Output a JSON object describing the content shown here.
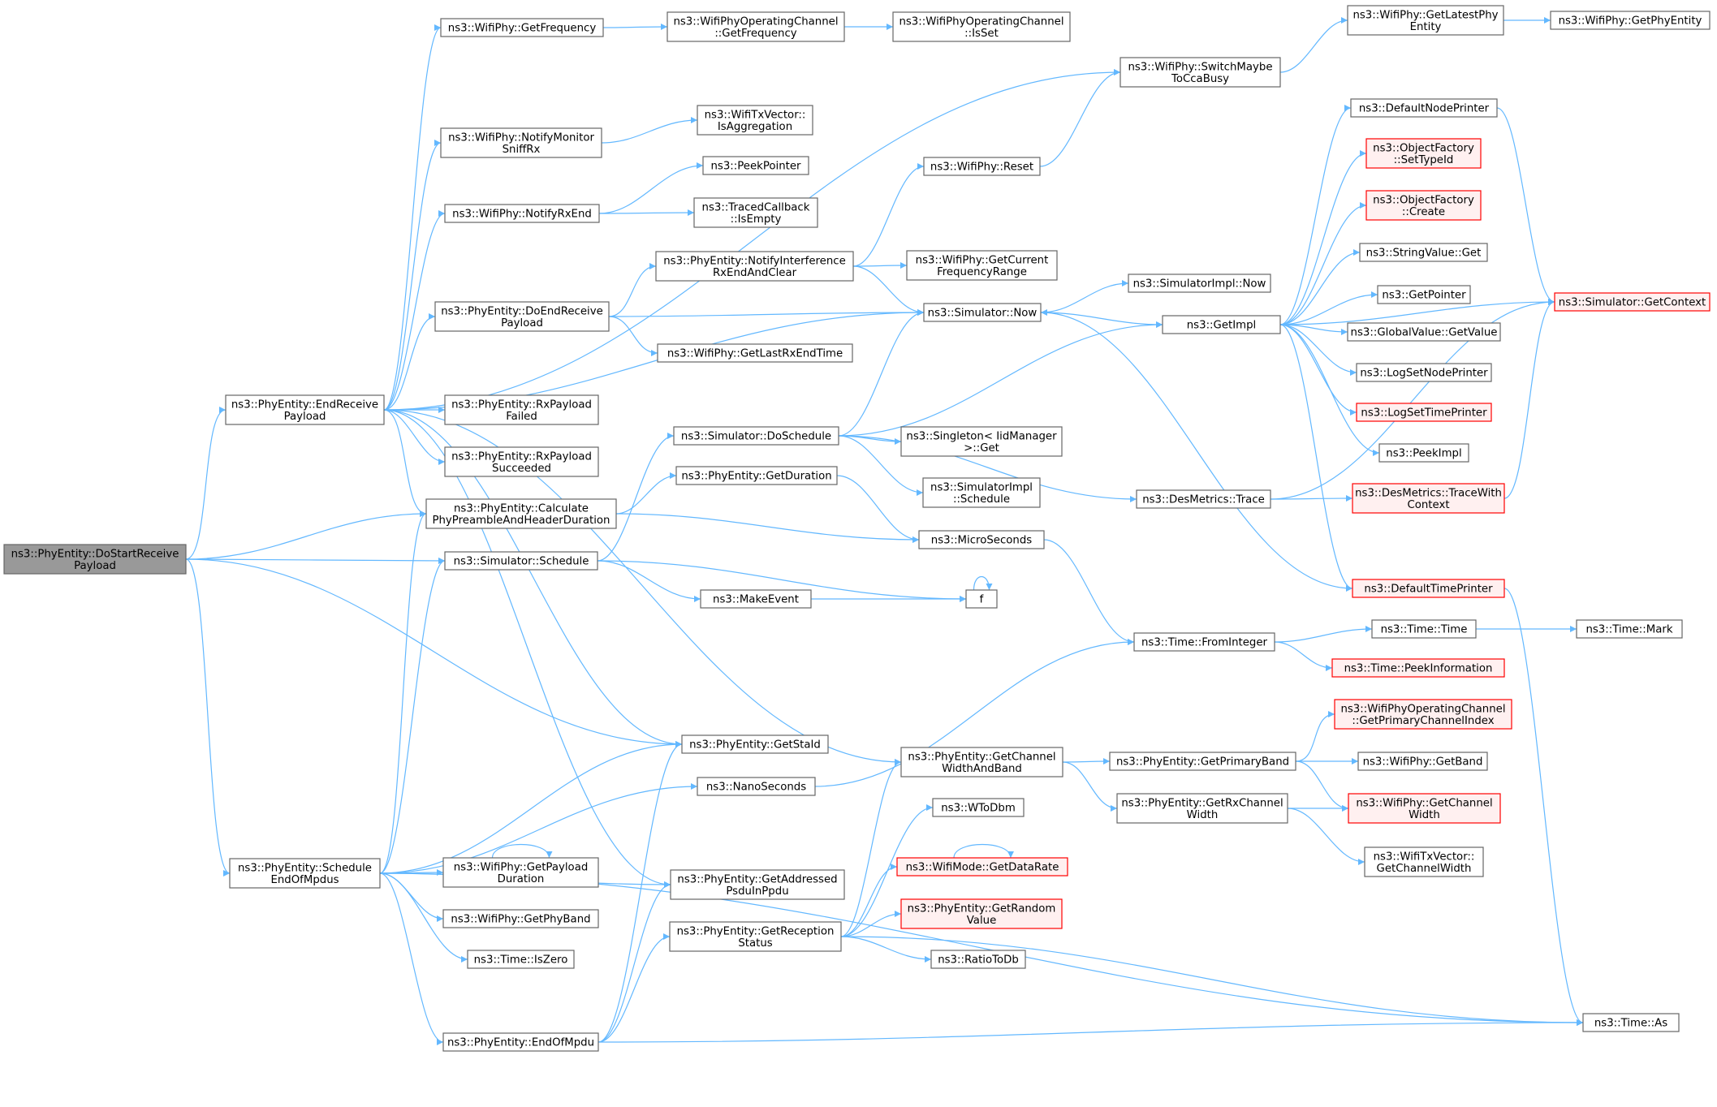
{
  "colors": {
    "edge": "#63b8ff",
    "node_border": "#666666",
    "node_fill": "#ffffff",
    "root_fill": "#999999",
    "truncated_border": "#ff0000",
    "truncated_fill": "#fff0f0"
  },
  "nodes": [
    {
      "id": "root",
      "lines": [
        "ns3::PhyEntity::DoStartReceive",
        "Payload"
      ],
      "kind": "root"
    },
    {
      "id": "endReceivePayload",
      "lines": [
        "ns3::PhyEntity::EndReceive",
        "Payload"
      ],
      "kind": "normal"
    },
    {
      "id": "scheduleEndOfMpdus",
      "lines": [
        "ns3::PhyEntity::Schedule",
        "EndOfMpdus"
      ],
      "kind": "normal"
    },
    {
      "id": "calcPreamble",
      "lines": [
        "ns3::PhyEntity::Calculate",
        "PhyPreambleAndHeaderDuration"
      ],
      "kind": "normal"
    },
    {
      "id": "simSchedule",
      "lines": [
        "ns3::Simulator::Schedule"
      ],
      "kind": "normal"
    },
    {
      "id": "getStaId",
      "lines": [
        "ns3::PhyEntity::GetStaId"
      ],
      "kind": "normal"
    },
    {
      "id": "getFrequency",
      "lines": [
        "ns3::WifiPhy::GetFrequency"
      ],
      "kind": "normal"
    },
    {
      "id": "opChGetFrequency",
      "lines": [
        "ns3::WifiPhyOperatingChannel",
        "::GetFrequency"
      ],
      "kind": "normal"
    },
    {
      "id": "opChIsSet",
      "lines": [
        "ns3::WifiPhyOperatingChannel",
        "::IsSet"
      ],
      "kind": "normal"
    },
    {
      "id": "switchMaybe",
      "lines": [
        "ns3::WifiPhy::SwitchMaybe",
        "ToCcaBusy"
      ],
      "kind": "normal"
    },
    {
      "id": "getLatestPhy",
      "lines": [
        "ns3::WifiPhy::GetLatestPhy",
        "Entity"
      ],
      "kind": "normal"
    },
    {
      "id": "getPhyEntity",
      "lines": [
        "ns3::WifiPhy::GetPhyEntity"
      ],
      "kind": "normal"
    },
    {
      "id": "notifyMonitor",
      "lines": [
        "ns3::WifiPhy::NotifyMonitor",
        "SniffRx"
      ],
      "kind": "normal"
    },
    {
      "id": "isAggregation",
      "lines": [
        "ns3::WifiTxVector::",
        "IsAggregation"
      ],
      "kind": "normal"
    },
    {
      "id": "peekPointer",
      "lines": [
        "ns3::PeekPointer"
      ],
      "kind": "normal"
    },
    {
      "id": "notifyRxEnd",
      "lines": [
        "ns3::WifiPhy::NotifyRxEnd"
      ],
      "kind": "normal"
    },
    {
      "id": "tracedIsEmpty",
      "lines": [
        "ns3::TracedCallback",
        "::IsEmpty"
      ],
      "kind": "normal"
    },
    {
      "id": "wifiReset",
      "lines": [
        "ns3::WifiPhy::Reset"
      ],
      "kind": "normal"
    },
    {
      "id": "notifyInterf",
      "lines": [
        "ns3::PhyEntity::NotifyInterference",
        "RxEndAndClear"
      ],
      "kind": "normal"
    },
    {
      "id": "getCurFreqRange",
      "lines": [
        "ns3::WifiPhy::GetCurrent",
        "FrequencyRange"
      ],
      "kind": "normal"
    },
    {
      "id": "doEndReceive",
      "lines": [
        "ns3::PhyEntity::DoEndReceive",
        "Payload"
      ],
      "kind": "normal"
    },
    {
      "id": "simNow",
      "lines": [
        "ns3::Simulator::Now"
      ],
      "kind": "normal"
    },
    {
      "id": "simImplNow",
      "lines": [
        "ns3::SimulatorImpl::Now"
      ],
      "kind": "normal"
    },
    {
      "id": "getLastRxEnd",
      "lines": [
        "ns3::WifiPhy::GetLastRxEndTime"
      ],
      "kind": "normal"
    },
    {
      "id": "getImpl",
      "lines": [
        "ns3::GetImpl"
      ],
      "kind": "normal"
    },
    {
      "id": "defaultNodePrinter",
      "lines": [
        "ns3::DefaultNodePrinter"
      ],
      "kind": "normal"
    },
    {
      "id": "ofSetTypeId",
      "lines": [
        "ns3::ObjectFactory",
        "::SetTypeId"
      ],
      "kind": "truncated"
    },
    {
      "id": "ofCreate",
      "lines": [
        "ns3::ObjectFactory",
        "::Create"
      ],
      "kind": "truncated"
    },
    {
      "id": "stringValueGet",
      "lines": [
        "ns3::StringValue::Get"
      ],
      "kind": "normal"
    },
    {
      "id": "getPointer",
      "lines": [
        "ns3::GetPointer"
      ],
      "kind": "normal"
    },
    {
      "id": "globalGetValue",
      "lines": [
        "ns3::GlobalValue::GetValue"
      ],
      "kind": "normal"
    },
    {
      "id": "logSetNode",
      "lines": [
        "ns3::LogSetNodePrinter"
      ],
      "kind": "normal"
    },
    {
      "id": "logSetTime",
      "lines": [
        "ns3::LogSetTimePrinter"
      ],
      "kind": "truncated"
    },
    {
      "id": "peekImpl",
      "lines": [
        "ns3::PeekImpl"
      ],
      "kind": "normal"
    },
    {
      "id": "simGetContext",
      "lines": [
        "ns3::Simulator::GetContext"
      ],
      "kind": "truncated"
    },
    {
      "id": "rxPayloadFailed",
      "lines": [
        "ns3::PhyEntity::RxPayload",
        "Failed"
      ],
      "kind": "normal"
    },
    {
      "id": "rxPayloadSucceeded",
      "lines": [
        "ns3::PhyEntity::RxPayload",
        "Succeeded"
      ],
      "kind": "normal"
    },
    {
      "id": "doSchedule",
      "lines": [
        "ns3::Simulator::DoSchedule"
      ],
      "kind": "normal"
    },
    {
      "id": "singletonGet",
      "lines": [
        "ns3::Singleton< IidManager",
        ">::Get"
      ],
      "kind": "normal"
    },
    {
      "id": "simImplSchedule",
      "lines": [
        "ns3::SimulatorImpl",
        "::Schedule"
      ],
      "kind": "normal"
    },
    {
      "id": "getDuration",
      "lines": [
        "ns3::PhyEntity::GetDuration"
      ],
      "kind": "normal"
    },
    {
      "id": "desTrace",
      "lines": [
        "ns3::DesMetrics::Trace"
      ],
      "kind": "normal"
    },
    {
      "id": "desTraceCtx",
      "lines": [
        "ns3::DesMetrics::TraceWith",
        "Context"
      ],
      "kind": "truncated"
    },
    {
      "id": "microSeconds",
      "lines": [
        "ns3::MicroSeconds"
      ],
      "kind": "normal"
    },
    {
      "id": "defaultTimePrinter",
      "lines": [
        "ns3::DefaultTimePrinter"
      ],
      "kind": "truncated"
    },
    {
      "id": "makeEvent",
      "lines": [
        "ns3::MakeEvent"
      ],
      "kind": "normal"
    },
    {
      "id": "f",
      "lines": [
        "f"
      ],
      "kind": "normal"
    },
    {
      "id": "fromInteger",
      "lines": [
        "ns3::Time::FromInteger"
      ],
      "kind": "normal"
    },
    {
      "id": "timeTime",
      "lines": [
        "ns3::Time::Time"
      ],
      "kind": "normal"
    },
    {
      "id": "timeMark",
      "lines": [
        "ns3::Time::Mark"
      ],
      "kind": "normal"
    },
    {
      "id": "peekInfo",
      "lines": [
        "ns3::Time::PeekInformation"
      ],
      "kind": "truncated"
    },
    {
      "id": "getPrimaryChIdx",
      "lines": [
        "ns3::WifiPhyOperatingChannel",
        "::GetPrimaryChannelIndex"
      ],
      "kind": "truncated"
    },
    {
      "id": "getChWidthBand",
      "lines": [
        "ns3::PhyEntity::GetChannel",
        "WidthAndBand"
      ],
      "kind": "normal"
    },
    {
      "id": "getPrimaryBand",
      "lines": [
        "ns3::PhyEntity::GetPrimaryBand"
      ],
      "kind": "normal"
    },
    {
      "id": "wifiGetBand",
      "lines": [
        "ns3::WifiPhy::GetBand"
      ],
      "kind": "normal"
    },
    {
      "id": "nanoSeconds",
      "lines": [
        "ns3::NanoSeconds"
      ],
      "kind": "normal"
    },
    {
      "id": "getRxChWidth",
      "lines": [
        "ns3::PhyEntity::GetRxChannel",
        "Width"
      ],
      "kind": "normal"
    },
    {
      "id": "wifiGetChWidth",
      "lines": [
        "ns3::WifiPhy::GetChannel",
        "Width"
      ],
      "kind": "truncated"
    },
    {
      "id": "txvGetChWidth",
      "lines": [
        "ns3::WifiTxVector::",
        "GetChannelWidth"
      ],
      "kind": "normal"
    },
    {
      "id": "wToDbm",
      "lines": [
        "ns3::WToDbm"
      ],
      "kind": "normal"
    },
    {
      "id": "getPayloadDuration",
      "lines": [
        "ns3::WifiPhy::GetPayload",
        "Duration"
      ],
      "kind": "normal"
    },
    {
      "id": "getAddressedPsdu",
      "lines": [
        "ns3::PhyEntity::GetAddressed",
        "PsduInPpdu"
      ],
      "kind": "normal"
    },
    {
      "id": "getDataRate",
      "lines": [
        "ns3::WifiMode::GetDataRate"
      ],
      "kind": "truncated"
    },
    {
      "id": "getPhyBand",
      "lines": [
        "ns3::WifiPhy::GetPhyBand"
      ],
      "kind": "normal"
    },
    {
      "id": "getRandomValue",
      "lines": [
        "ns3::PhyEntity::GetRandom",
        "Value"
      ],
      "kind": "truncated"
    },
    {
      "id": "getRxStatus",
      "lines": [
        "ns3::PhyEntity::GetReception",
        "Status"
      ],
      "kind": "normal"
    },
    {
      "id": "timeIsZero",
      "lines": [
        "ns3::Time::IsZero"
      ],
      "kind": "normal"
    },
    {
      "id": "ratioToDb",
      "lines": [
        "ns3::RatioToDb"
      ],
      "kind": "normal"
    },
    {
      "id": "endOfMpdu",
      "lines": [
        "ns3::PhyEntity::EndOfMpdu"
      ],
      "kind": "normal"
    },
    {
      "id": "timeAs",
      "lines": [
        "ns3::Time::As"
      ],
      "kind": "normal"
    }
  ],
  "edges": [
    [
      "root",
      "endReceivePayload"
    ],
    [
      "root",
      "scheduleEndOfMpdus"
    ],
    [
      "root",
      "calcPreamble"
    ],
    [
      "root",
      "simSchedule"
    ],
    [
      "root",
      "getStaId"
    ],
    [
      "endReceivePayload",
      "getFrequency"
    ],
    [
      "endReceivePayload",
      "switchMaybe"
    ],
    [
      "endReceivePayload",
      "notifyMonitor"
    ],
    [
      "endReceivePayload",
      "notifyRxEnd"
    ],
    [
      "endReceivePayload",
      "doEndReceive"
    ],
    [
      "endReceivePayload",
      "simNow"
    ],
    [
      "endReceivePayload",
      "rxPayloadFailed"
    ],
    [
      "endReceivePayload",
      "rxPayloadSucceeded"
    ],
    [
      "endReceivePayload",
      "calcPreamble"
    ],
    [
      "endReceivePayload",
      "getStaId"
    ],
    [
      "endReceivePayload",
      "getChWidthBand"
    ],
    [
      "endReceivePayload",
      "getAddressedPsdu"
    ],
    [
      "getFrequency",
      "opChGetFrequency"
    ],
    [
      "opChGetFrequency",
      "opChIsSet"
    ],
    [
      "switchMaybe",
      "getLatestPhy"
    ],
    [
      "getLatestPhy",
      "getPhyEntity"
    ],
    [
      "notifyMonitor",
      "isAggregation"
    ],
    [
      "notifyRxEnd",
      "peekPointer"
    ],
    [
      "notifyRxEnd",
      "tracedIsEmpty"
    ],
    [
      "wifiReset",
      "switchMaybe"
    ],
    [
      "notifyInterf",
      "wifiReset"
    ],
    [
      "notifyInterf",
      "getCurFreqRange"
    ],
    [
      "notifyInterf",
      "simNow"
    ],
    [
      "doEndReceive",
      "notifyInterf"
    ],
    [
      "doEndReceive",
      "simNow"
    ],
    [
      "doEndReceive",
      "getLastRxEnd"
    ],
    [
      "simNow",
      "simImplNow"
    ],
    [
      "simNow",
      "getImpl"
    ],
    [
      "getImpl",
      "defaultNodePrinter"
    ],
    [
      "getImpl",
      "ofSetTypeId"
    ],
    [
      "getImpl",
      "ofCreate"
    ],
    [
      "getImpl",
      "stringValueGet"
    ],
    [
      "getImpl",
      "getPointer"
    ],
    [
      "getImpl",
      "globalGetValue"
    ],
    [
      "getImpl",
      "logSetNode"
    ],
    [
      "getImpl",
      "logSetTime"
    ],
    [
      "getImpl",
      "peekImpl"
    ],
    [
      "getImpl",
      "defaultTimePrinter"
    ],
    [
      "getImpl",
      "simGetContext"
    ],
    [
      "defaultNodePrinter",
      "simGetContext"
    ],
    [
      "calcPreamble",
      "getDuration"
    ],
    [
      "calcPreamble",
      "microSeconds"
    ],
    [
      "simSchedule",
      "doSchedule"
    ],
    [
      "simSchedule",
      "makeEvent"
    ],
    [
      "simSchedule",
      "f"
    ],
    [
      "doSchedule",
      "simNow"
    ],
    [
      "doSchedule",
      "getImpl"
    ],
    [
      "doSchedule",
      "singletonGet"
    ],
    [
      "doSchedule",
      "simImplSchedule"
    ],
    [
      "doSchedule",
      "desTrace"
    ],
    [
      "desTrace",
      "desTraceCtx"
    ],
    [
      "desTrace",
      "simGetContext"
    ],
    [
      "desTraceCtx",
      "simGetContext"
    ],
    [
      "getDuration",
      "microSeconds"
    ],
    [
      "microSeconds",
      "fromInteger"
    ],
    [
      "defaultTimePrinter",
      "simNow"
    ],
    [
      "defaultTimePrinter",
      "timeAs"
    ],
    [
      "makeEvent",
      "f"
    ],
    [
      "f",
      "f"
    ],
    [
      "fromInteger",
      "timeTime"
    ],
    [
      "fromInteger",
      "peekInfo"
    ],
    [
      "timeTime",
      "timeMark"
    ],
    [
      "scheduleEndOfMpdus",
      "calcPreamble"
    ],
    [
      "scheduleEndOfMpdus",
      "simSchedule"
    ],
    [
      "scheduleEndOfMpdus",
      "getStaId"
    ],
    [
      "scheduleEndOfMpdus",
      "nanoSeconds"
    ],
    [
      "scheduleEndOfMpdus",
      "getPayloadDuration"
    ],
    [
      "scheduleEndOfMpdus",
      "getPhyBand"
    ],
    [
      "scheduleEndOfMpdus",
      "timeIsZero"
    ],
    [
      "scheduleEndOfMpdus",
      "endOfMpdu"
    ],
    [
      "scheduleEndOfMpdus",
      "getAddressedPsdu"
    ],
    [
      "scheduleEndOfMpdus",
      "timeAs"
    ],
    [
      "getPayloadDuration",
      "getPayloadDuration"
    ],
    [
      "nanoSeconds",
      "fromInteger"
    ],
    [
      "getChWidthBand",
      "getPrimaryBand"
    ],
    [
      "getChWidthBand",
      "getRxChWidth"
    ],
    [
      "getPrimaryBand",
      "getPrimaryChIdx"
    ],
    [
      "getPrimaryBand",
      "wifiGetBand"
    ],
    [
      "getPrimaryBand",
      "wifiGetChWidth"
    ],
    [
      "getRxChWidth",
      "wifiGetChWidth"
    ],
    [
      "getRxChWidth",
      "txvGetChWidth"
    ],
    [
      "getRxStatus",
      "getChWidthBand"
    ],
    [
      "getRxStatus",
      "wToDbm"
    ],
    [
      "getRxStatus",
      "getDataRate"
    ],
    [
      "getRxStatus",
      "getRandomValue"
    ],
    [
      "getRxStatus",
      "ratioToDb"
    ],
    [
      "getRxStatus",
      "timeAs"
    ],
    [
      "getDataRate",
      "getDataRate"
    ],
    [
      "endOfMpdu",
      "getStaId"
    ],
    [
      "endOfMpdu",
      "getAddressedPsdu"
    ],
    [
      "endOfMpdu",
      "getRxStatus"
    ],
    [
      "endOfMpdu",
      "timeAs"
    ]
  ]
}
